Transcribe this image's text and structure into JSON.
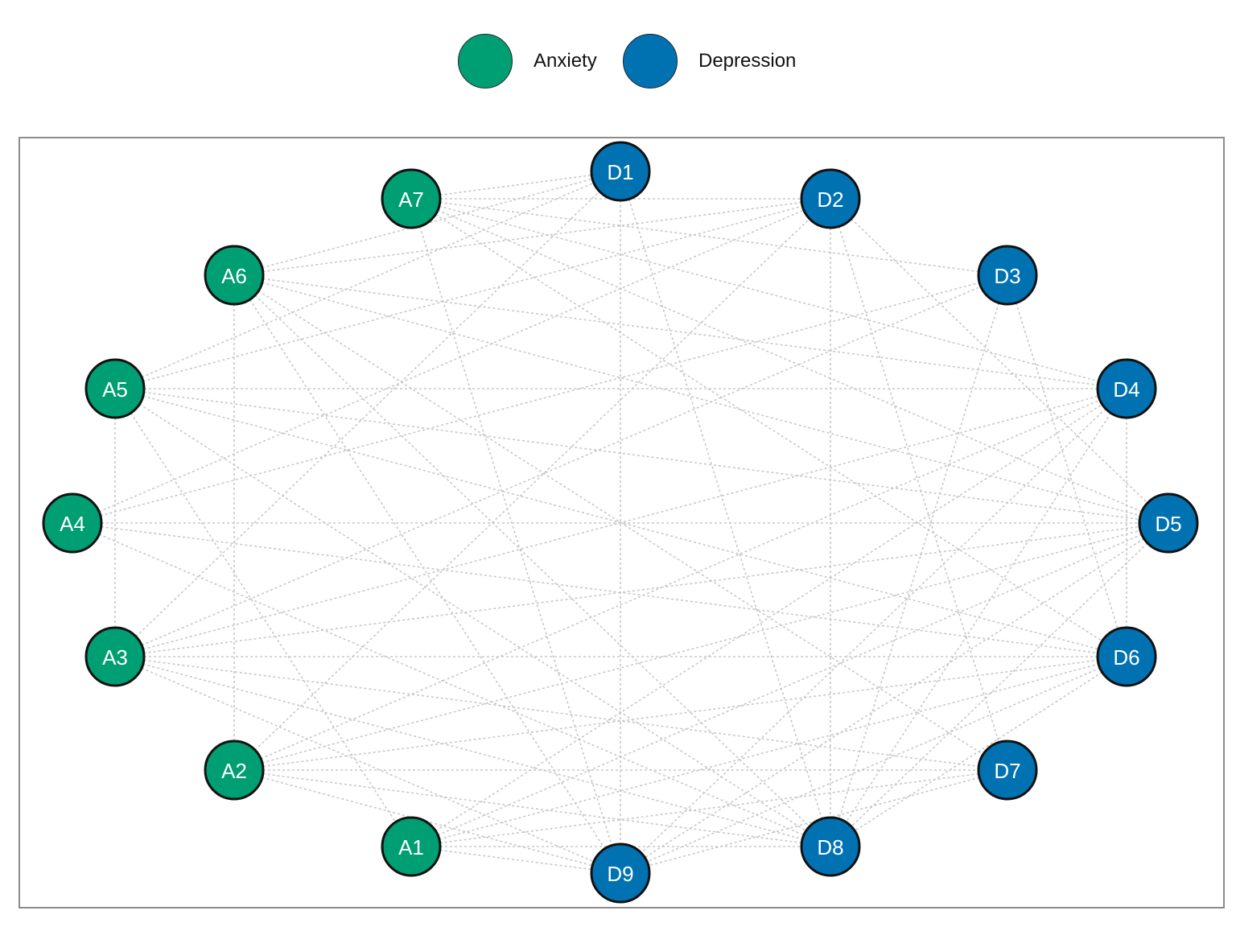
{
  "legend": {
    "items": [
      {
        "label": "Anxiety",
        "color": "#009E73"
      },
      {
        "label": "Depression",
        "color": "#0072B2"
      }
    ]
  },
  "network": {
    "nodes": [
      {
        "id": "A1",
        "group": "Anxiety"
      },
      {
        "id": "A2",
        "group": "Anxiety"
      },
      {
        "id": "A3",
        "group": "Anxiety"
      },
      {
        "id": "A4",
        "group": "Anxiety"
      },
      {
        "id": "A5",
        "group": "Anxiety"
      },
      {
        "id": "A6",
        "group": "Anxiety"
      },
      {
        "id": "A7",
        "group": "Anxiety"
      },
      {
        "id": "D1",
        "group": "Depression"
      },
      {
        "id": "D2",
        "group": "Depression"
      },
      {
        "id": "D3",
        "group": "Depression"
      },
      {
        "id": "D4",
        "group": "Depression"
      },
      {
        "id": "D5",
        "group": "Depression"
      },
      {
        "id": "D6",
        "group": "Depression"
      },
      {
        "id": "D7",
        "group": "Depression"
      },
      {
        "id": "D8",
        "group": "Depression"
      },
      {
        "id": "D9",
        "group": "Depression"
      }
    ],
    "edges": [
      [
        "A7",
        "D1"
      ],
      [
        "A7",
        "D2"
      ],
      [
        "A7",
        "D3"
      ],
      [
        "A7",
        "D4"
      ],
      [
        "A7",
        "D5"
      ],
      [
        "A7",
        "D6"
      ],
      [
        "A7",
        "D9"
      ],
      [
        "A6",
        "D1"
      ],
      [
        "A6",
        "D2"
      ],
      [
        "A6",
        "D4"
      ],
      [
        "A6",
        "D5"
      ],
      [
        "A6",
        "D7"
      ],
      [
        "A6",
        "D8"
      ],
      [
        "A6",
        "A2"
      ],
      [
        "A6",
        "D9"
      ],
      [
        "A5",
        "D1"
      ],
      [
        "A5",
        "D2"
      ],
      [
        "A5",
        "D4"
      ],
      [
        "A5",
        "D5"
      ],
      [
        "A5",
        "D6"
      ],
      [
        "A5",
        "D8"
      ],
      [
        "A5",
        "A3"
      ],
      [
        "A5",
        "A1"
      ],
      [
        "A4",
        "D2"
      ],
      [
        "A4",
        "D3"
      ],
      [
        "A4",
        "D5"
      ],
      [
        "A4",
        "D6"
      ],
      [
        "A4",
        "D8"
      ],
      [
        "A3",
        "D1"
      ],
      [
        "A3",
        "D3"
      ],
      [
        "A3",
        "D4"
      ],
      [
        "A3",
        "D5"
      ],
      [
        "A3",
        "D6"
      ],
      [
        "A3",
        "D7"
      ],
      [
        "A3",
        "D8"
      ],
      [
        "A3",
        "D9"
      ],
      [
        "A2",
        "D2"
      ],
      [
        "A2",
        "D4"
      ],
      [
        "A2",
        "D5"
      ],
      [
        "A2",
        "D6"
      ],
      [
        "A2",
        "D7"
      ],
      [
        "A2",
        "D8"
      ],
      [
        "A2",
        "D9"
      ],
      [
        "A1",
        "D9"
      ],
      [
        "A1",
        "D8"
      ],
      [
        "A1",
        "D4"
      ],
      [
        "A1",
        "D5"
      ],
      [
        "A1",
        "D6"
      ],
      [
        "A1",
        "D7"
      ],
      [
        "D1",
        "D9"
      ],
      [
        "D1",
        "D8"
      ],
      [
        "D2",
        "D8"
      ],
      [
        "D2",
        "D7"
      ],
      [
        "D2",
        "D5"
      ],
      [
        "D3",
        "D6"
      ],
      [
        "D3",
        "D8"
      ],
      [
        "D4",
        "D6"
      ],
      [
        "D4",
        "D9"
      ],
      [
        "D4",
        "D8"
      ],
      [
        "D5",
        "D9"
      ],
      [
        "D5",
        "D8"
      ],
      [
        "D6",
        "D9"
      ],
      [
        "D6",
        "D8"
      ],
      [
        "D7",
        "D9"
      ]
    ]
  }
}
